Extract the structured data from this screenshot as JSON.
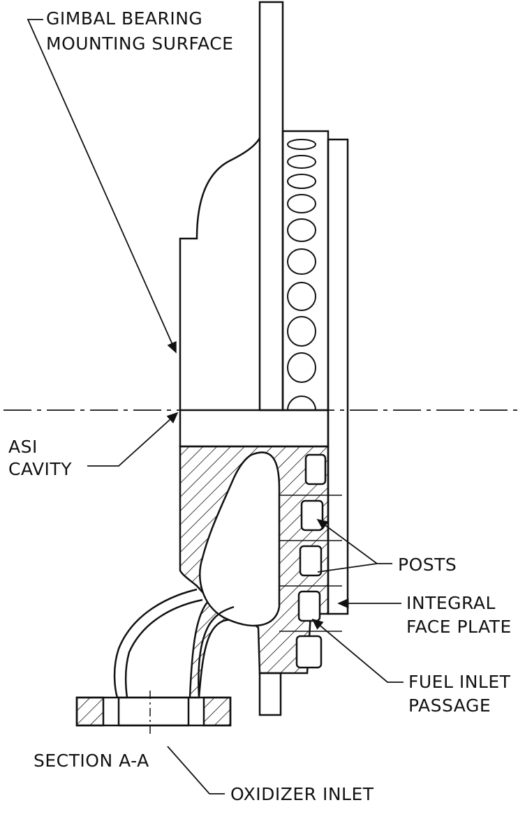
{
  "title": "Section A-A injector cross-section",
  "labels": {
    "gimbal_line1": "GIMBAL BEARING",
    "gimbal_line2": "MOUNTING SURFACE",
    "asi_line1": "ASI",
    "asi_line2": "CAVITY",
    "posts": "POSTS",
    "face_plate_line1": "INTEGRAL",
    "face_plate_line2": "FACE PLATE",
    "fuel_line1": "FUEL INLET",
    "fuel_line2": "PASSAGE",
    "section": "SECTION A-A",
    "oxidizer": "OXIDIZER INLET"
  },
  "colors": {
    "ink": "#111111",
    "paper": "#ffffff"
  }
}
